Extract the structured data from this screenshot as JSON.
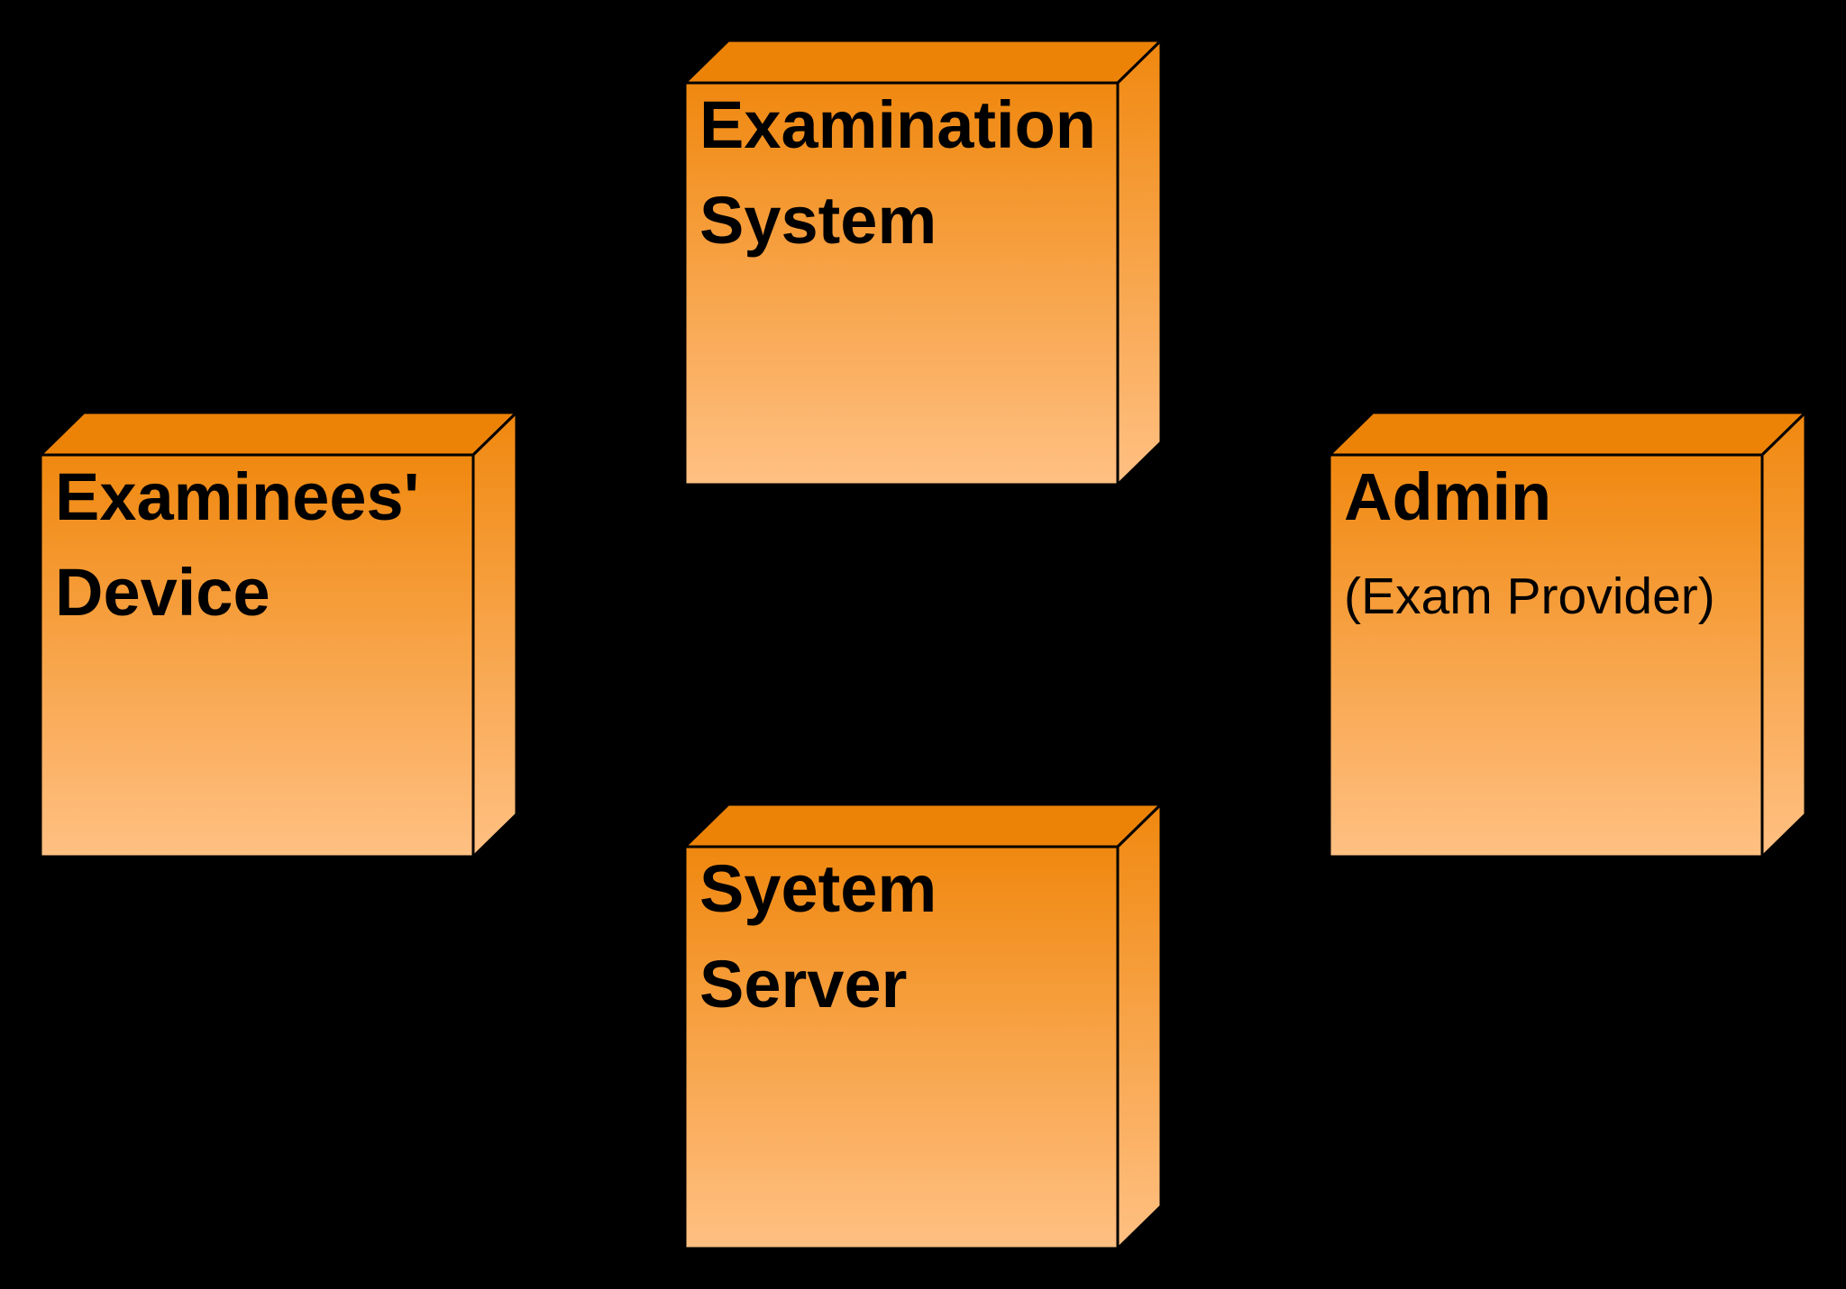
{
  "colors": {
    "background": "#000000",
    "node_top_face": "#EC8306",
    "node_face_gradient_top": "#F0880F",
    "node_face_gradient_bottom": "#FFC083",
    "node_border": "#000000",
    "text": "#000000"
  },
  "nodes": [
    {
      "id": "examination-system",
      "title_lines": [
        "Examination",
        "System"
      ],
      "subtitle": ""
    },
    {
      "id": "examinees-device",
      "title_lines": [
        "Examinees'",
        "Device"
      ],
      "subtitle": ""
    },
    {
      "id": "admin",
      "title_lines": [
        "Admin",
        ""
      ],
      "subtitle": "(Exam Provider)"
    },
    {
      "id": "system-server",
      "title_lines": [
        "Syetem",
        "Server"
      ],
      "subtitle": ""
    }
  ]
}
